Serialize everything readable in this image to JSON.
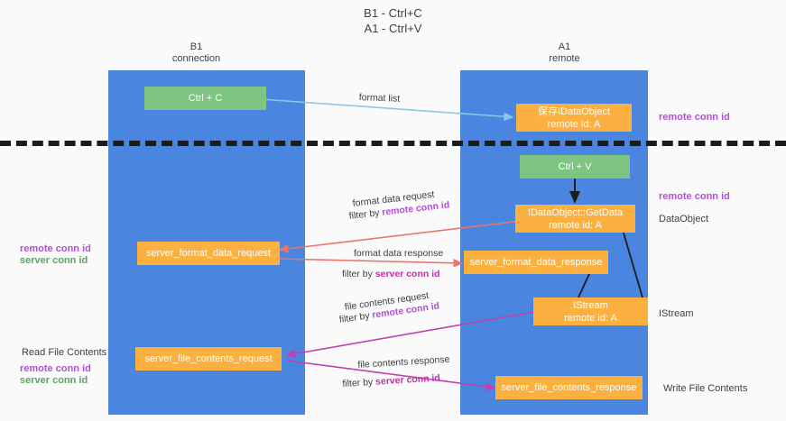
{
  "title": "B1 - Ctrl+C\nA1 - Ctrl+V",
  "lanes": [
    {
      "id": "b1",
      "title": "B1\nconnection"
    },
    {
      "id": "a1",
      "title": "A1\nremote"
    }
  ],
  "nodes": {
    "ctrl_c": "Ctrl + C",
    "ctrl_v": "Ctrl + V",
    "save_idataobject": "保存IDataObject\nremote id: A",
    "getdata": "IDataObject::GetData\nremote id: A",
    "istream": "IStream\nremote id: A",
    "server_format_data_request": "server_format_data_request",
    "server_format_data_response": "server_format_data_response",
    "server_file_contents_request": "server_file_contents_request",
    "server_file_contents_response": "server_file_contents_response"
  },
  "edges": {
    "format_list": "format list",
    "format_data_request": "format data request",
    "format_data_request_filter_prefix": "filter by ",
    "format_data_request_filter_key": "remote conn id",
    "format_data_response": "format data response",
    "format_data_response_filter_prefix": "filter by ",
    "format_data_response_filter_key": "server conn id",
    "file_contents_request": "file contents request",
    "file_contents_request_filter_prefix": "filter by ",
    "file_contents_request_filter_key": "remote conn id",
    "file_contents_response": "file contents response",
    "file_contents_response_filter_prefix": "filter by ",
    "file_contents_response_filter_key": "server conn id"
  },
  "side_labels": {
    "right_top_remote": "remote conn id",
    "right_mid_remote": "remote conn id",
    "right_dataobject": "DataObject",
    "right_istream": "IStream",
    "right_write_file_contents": "Write File Contents",
    "left_mid_remote": "remote conn id",
    "left_mid_server": "server conn id",
    "left_read_file_contents": "Read File Contents",
    "left_bottom_remote": "remote conn id",
    "left_bottom_server": "server conn id"
  },
  "colors": {
    "lane": "#4a86e0",
    "node_orange": "#fbb040",
    "node_green": "#7dc580",
    "key_purple": "#b14fd8",
    "key_green": "#5aa55f",
    "key_magenta": "#c02fa8",
    "arrow_blue": "#8ec5e8",
    "arrow_red": "#e8756b",
    "arrow_magenta": "#c23fb0",
    "arrow_black": "#1c1c1c",
    "divider": "#1c1c1c"
  }
}
